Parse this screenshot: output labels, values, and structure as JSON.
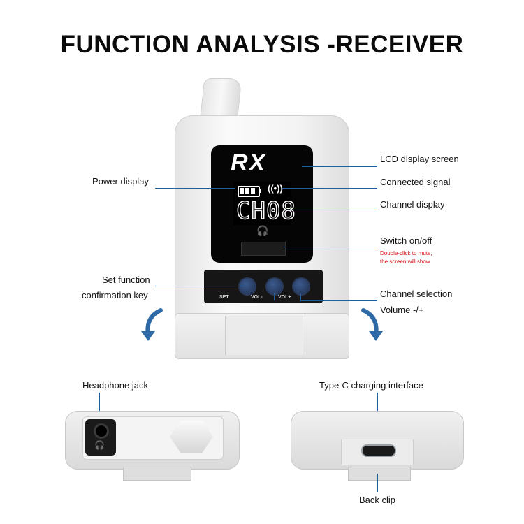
{
  "title": "FUNCTION ANALYSIS -RECEIVER",
  "device": {
    "logo": "RX",
    "channel_readout": "CH08",
    "signal_glyph": "((•))",
    "headphone_glyph": "🎧",
    "buttons": [
      "SET",
      "VOL-",
      "VOL+"
    ]
  },
  "labels": {
    "lcd_display_screen": "LCD display screen",
    "power_display": "Power display",
    "connected_signal": "Connected signal",
    "channel_display": "Channel display",
    "switch_on_off": "Switch on/off",
    "switch_note_line1": "Double-click to mute,",
    "switch_note_line2": "the screen will show",
    "set_function_line1": "Set function",
    "set_function_line2": "confirmation key",
    "channel_selection": "Channel selection",
    "volume": "Volume -/+",
    "headphone_jack": "Headphone jack",
    "type_c": "Type-C charging interface",
    "back_clip": "Back clip"
  },
  "colors": {
    "leader_line": "#1d5fa0",
    "note_red": "#d01010",
    "arrow": "#2e6aa6"
  },
  "icons": {
    "down_left_arrow": "curved-arrow-down-left",
    "down_right_arrow": "curved-arrow-down-right"
  }
}
